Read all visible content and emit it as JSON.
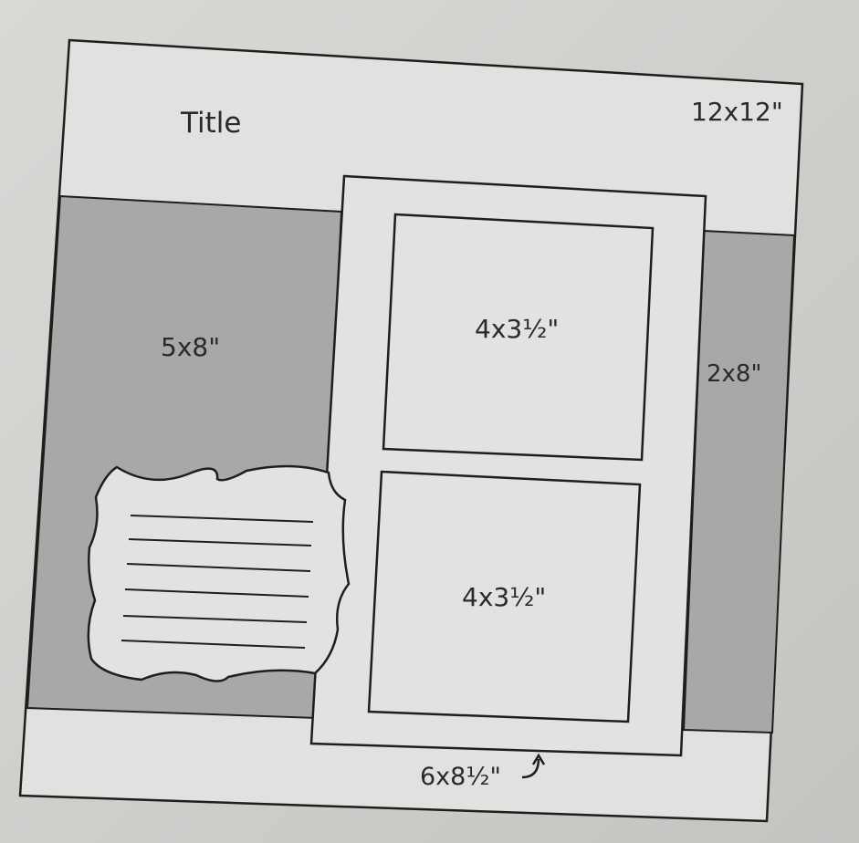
{
  "sketch": {
    "title_label": "Title",
    "page_size_label": "12x12\"",
    "left_strip_label": "5x8\"",
    "right_strip_label": "2x8\"",
    "photo_top_label": "4x3½\"",
    "photo_bottom_label": "4x3½\"",
    "mat_label": "6x8½\"",
    "journal_line_count": 6
  },
  "colors": {
    "background": "#cfcfcc",
    "page": "#e1e1df",
    "strip": "#a8a8a6",
    "outline": "#1e1e1e"
  }
}
